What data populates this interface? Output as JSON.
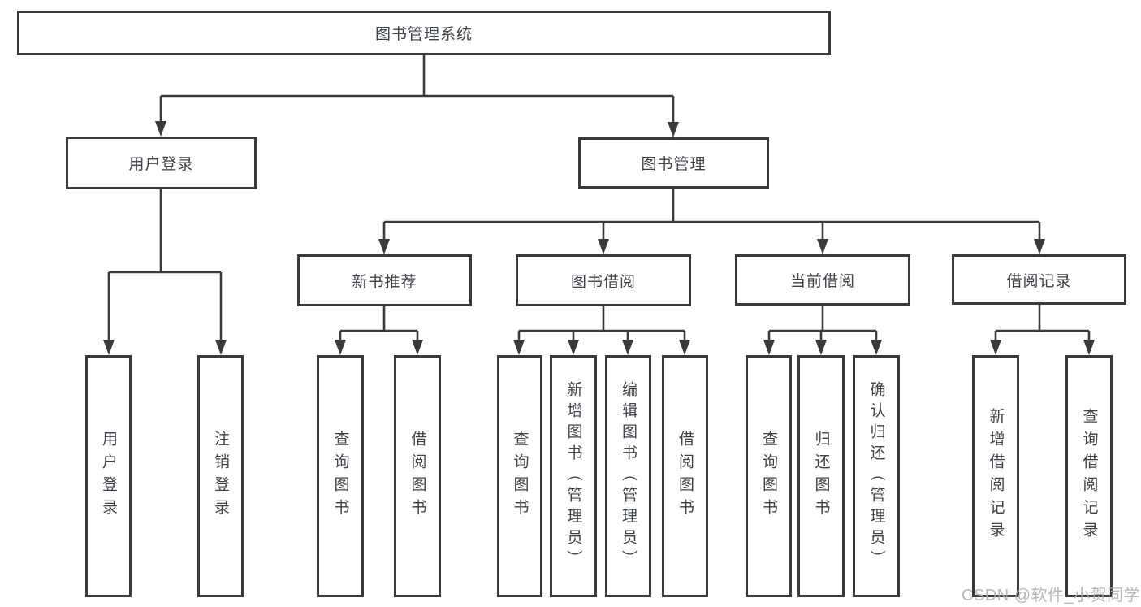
{
  "diagram": {
    "type": "hierarchy-tree",
    "colors": {
      "line": "#3a3a3a",
      "border": "#3a3a3a",
      "text": "#3d4148",
      "background": "#ffffff",
      "watermark": "#b2b2b2"
    },
    "tree": {
      "label": "图书管理系统",
      "children": [
        {
          "label": "用户登录",
          "children": [
            {
              "label": "用户登录"
            },
            {
              "label": "注销登录"
            }
          ]
        },
        {
          "label": "图书管理",
          "children": [
            {
              "label": "新书推荐",
              "children": [
                {
                  "label": "查询图书"
                },
                {
                  "label": "借阅图书"
                }
              ]
            },
            {
              "label": "图书借阅",
              "children": [
                {
                  "label": "查询图书"
                },
                {
                  "label": "新增图书（管理员）"
                },
                {
                  "label": "编辑图书（管理员）"
                },
                {
                  "label": "借阅图书"
                }
              ]
            },
            {
              "label": "当前借阅",
              "children": [
                {
                  "label": "查询图书"
                },
                {
                  "label": "归还图书"
                },
                {
                  "label": "确认归还（管理员）"
                }
              ]
            },
            {
              "label": "借阅记录",
              "children": [
                {
                  "label": "新增借阅记录"
                },
                {
                  "label": "查询借阅记录"
                }
              ]
            }
          ]
        }
      ]
    },
    "watermark": {
      "text": "CSDN @软件_小贺同学"
    }
  }
}
